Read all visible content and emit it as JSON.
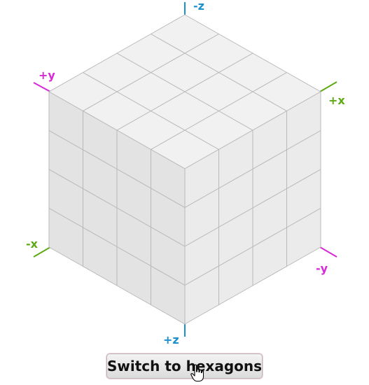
{
  "axes": [
    {
      "id": "neg-z",
      "label": "-z",
      "color": "#1a90cf"
    },
    {
      "id": "pos-z",
      "label": "+z",
      "color": "#1a90cf"
    },
    {
      "id": "pos-y",
      "label": "+y",
      "color": "#d62ad6"
    },
    {
      "id": "neg-y",
      "label": "-y",
      "color": "#d62ad6"
    },
    {
      "id": "pos-x",
      "label": "+x",
      "color": "#5eaa14"
    },
    {
      "id": "neg-x",
      "label": "-x",
      "color": "#5eaa14"
    }
  ],
  "cube": {
    "grid_size": 4,
    "colors": {
      "top": "#f1f1f1",
      "left": "#e3e3e3",
      "right": "#ebebeb",
      "stroke": "#b9b9b9"
    }
  },
  "button": {
    "label": "Switch to hexagons"
  },
  "cursor": {
    "icon": "hand-pointer-icon"
  }
}
